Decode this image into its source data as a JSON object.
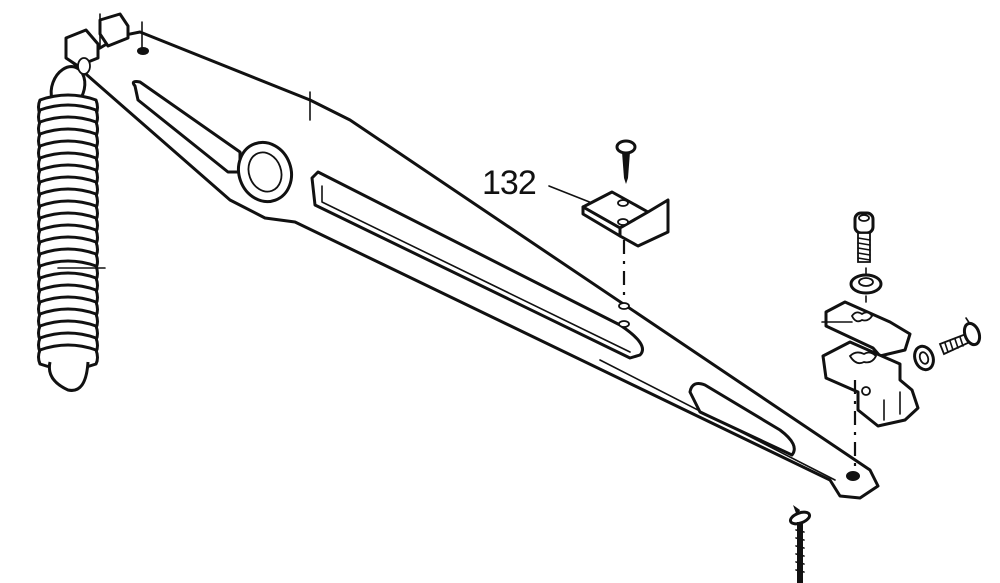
{
  "diagram": {
    "type": "exploded-parts-drawing",
    "colors": {
      "line": "#111111",
      "background": "#ffffff"
    },
    "callouts": [
      {
        "number": "132",
        "target": "angle-bracket"
      }
    ],
    "parts": [
      "tension-spring",
      "long-lever-arm",
      "angle-bracket",
      "wood-screw",
      "washers",
      "socket-head-cap-screw",
      "flat-washer",
      "clip-plate",
      "hinge-block",
      "side-screw",
      "ring-washer",
      "bottom-screw"
    ]
  }
}
